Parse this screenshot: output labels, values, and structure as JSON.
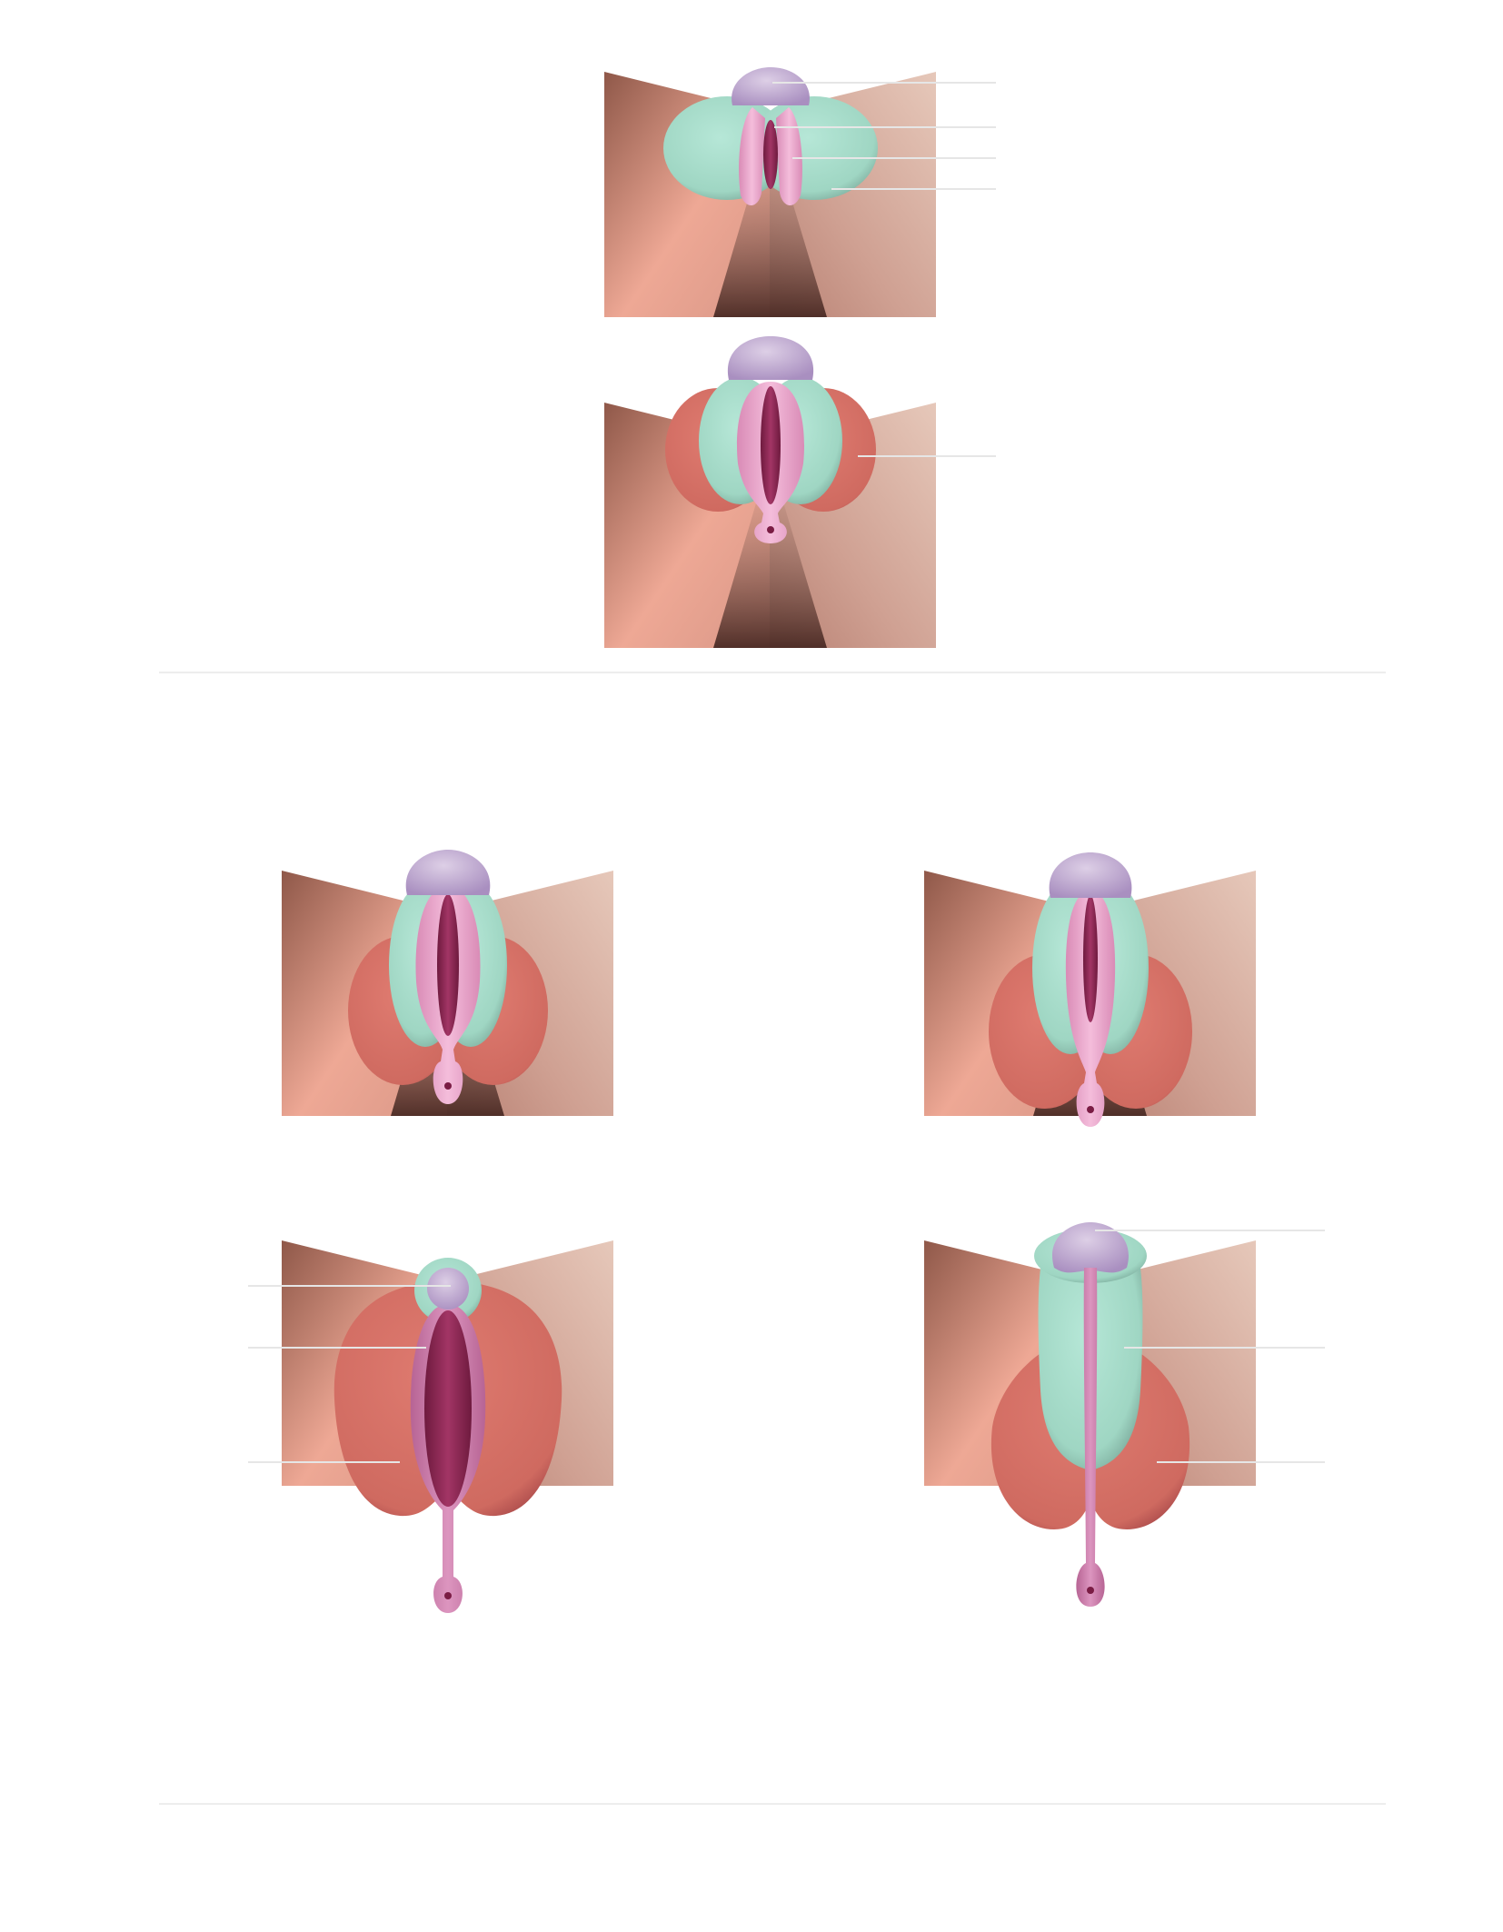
{
  "figure": {
    "panels": [
      {
        "id": "stage-early",
        "row": 1,
        "leader_lines": 4
      },
      {
        "id": "stage-intermediate",
        "row": 2,
        "leader_lines": 1
      },
      {
        "id": "stage-later-a",
        "row": 3,
        "leader_lines": 0
      },
      {
        "id": "stage-later-b",
        "row": 3,
        "leader_lines": 0
      },
      {
        "id": "stage-female",
        "row": 4,
        "leader_lines": 3
      },
      {
        "id": "stage-male",
        "row": 4,
        "leader_lines": 3
      }
    ],
    "labels": []
  },
  "colors": {
    "glans": "#c6afd6",
    "urethral_folds": "#e9a8cc",
    "urogenital_groove": "#8a2350",
    "labioscrotal_swellings_early": "#a6dcc9",
    "labioscrotal_swellings_late": "#d36c63",
    "urethra_tube": "#cc7fac",
    "background_skin_light": "#e2c0b0",
    "background_skin_dark": "#8e5648",
    "leader_line": "#e6e6e6",
    "divider": "#ededed"
  }
}
